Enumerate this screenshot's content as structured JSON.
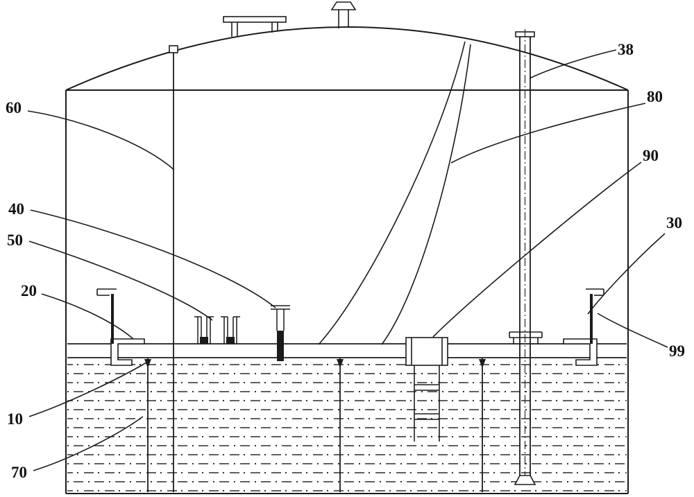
{
  "figure": {
    "kind": "patent-style storage tank cross-section diagram",
    "line_color": "#1b1b1b",
    "background": "#ffffff"
  },
  "labels": [
    {
      "text": "60"
    },
    {
      "text": "40"
    },
    {
      "text": "50"
    },
    {
      "text": "20"
    },
    {
      "text": "10"
    },
    {
      "text": "70"
    },
    {
      "text": "38"
    },
    {
      "text": "80"
    },
    {
      "text": "90"
    },
    {
      "text": "30"
    },
    {
      "text": "99"
    }
  ]
}
